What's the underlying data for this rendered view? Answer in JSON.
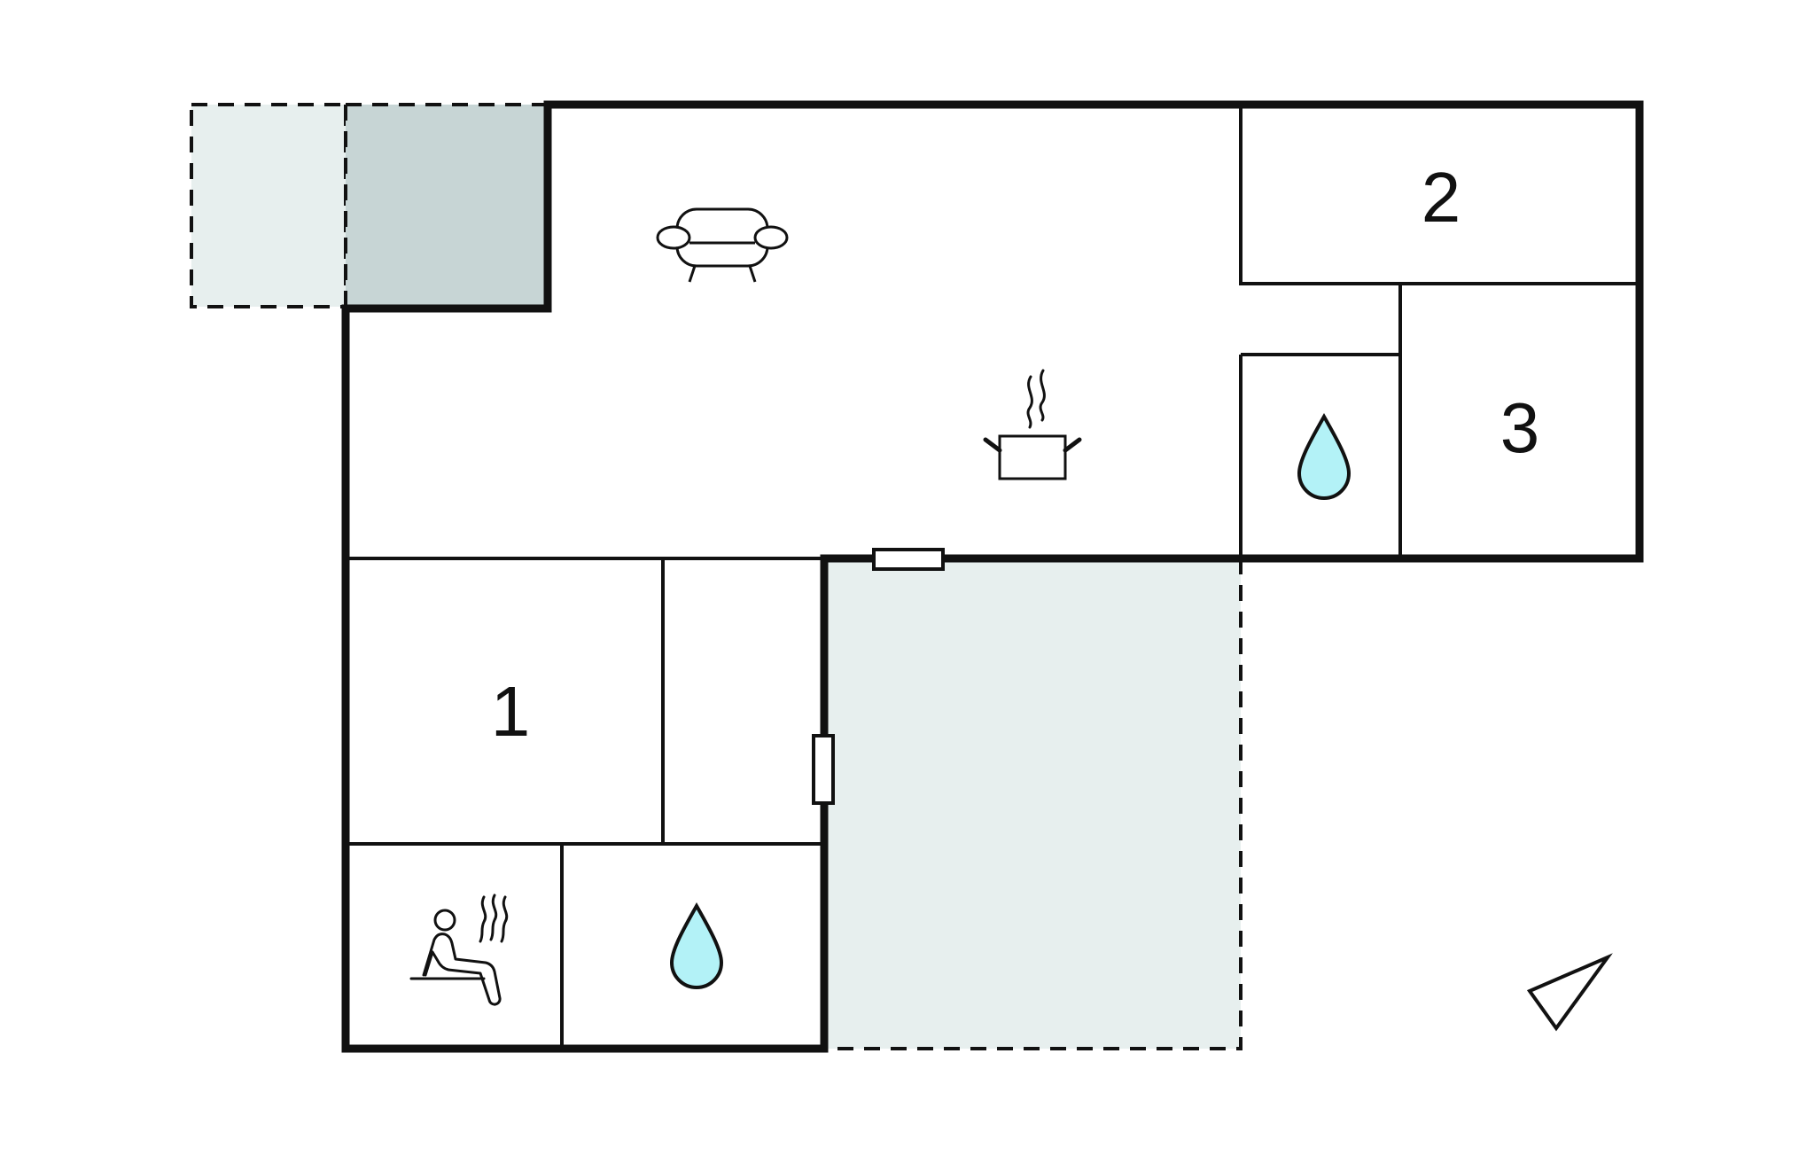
{
  "rooms": {
    "bedroom_1": {
      "label": "1"
    },
    "bedroom_2": {
      "label": "2"
    },
    "bedroom_3": {
      "label": "3"
    }
  },
  "icons": {
    "living_room": "sofa-icon",
    "kitchen": "cooking-pot-icon",
    "bathroom_upper": "water-drop-icon",
    "bathroom_lower": "water-drop-icon",
    "sauna": "sauna-icon",
    "compass": "north-arrow-icon"
  },
  "colors": {
    "wall": "#111111",
    "covered_terrace": "#c7d5d5",
    "open_terrace": "#e7efee",
    "water": "#b3f2f7",
    "background": "#ffffff"
  }
}
